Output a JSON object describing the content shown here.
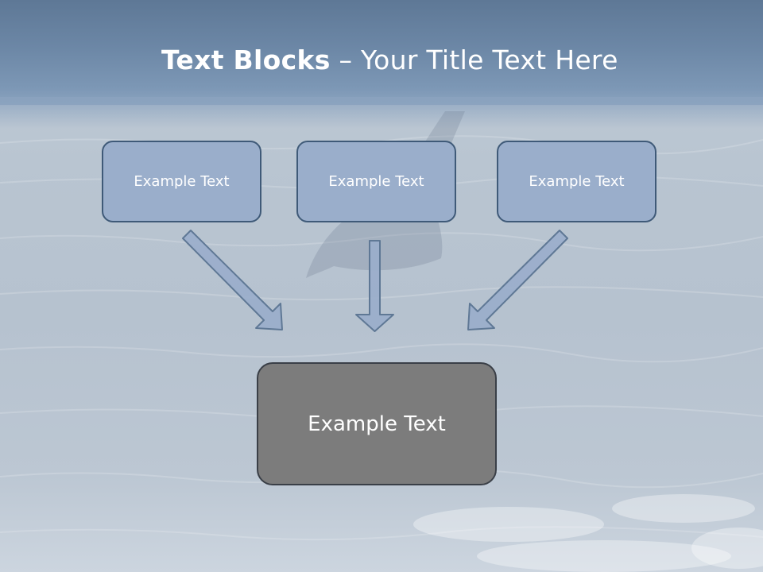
{
  "title": {
    "bold": "Text Blocks",
    "rest": " – Your Title Text Here"
  },
  "boxes": {
    "top_left": "Example Text",
    "top_center": "Example Text",
    "top_right": "Example Text",
    "bottom": "Example Text"
  },
  "colors": {
    "header": "#6c87a6",
    "box_fill": "#9aaecb",
    "box_border": "#3f5a78",
    "main_box_fill": "#7c7c7c",
    "arrow_fill": "#9aaecb",
    "arrow_stroke": "#5f7895"
  }
}
